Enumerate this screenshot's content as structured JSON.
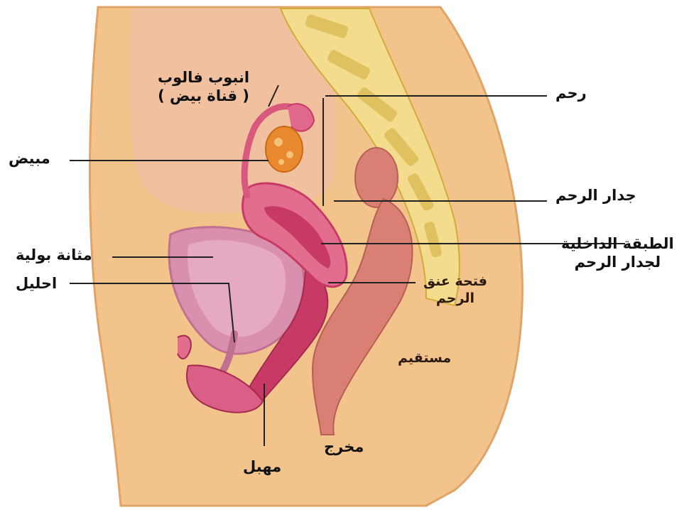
{
  "colors": {
    "skin": "#f2c48c",
    "skin_shadow": "#e0a468",
    "bone": "#f3dc8e",
    "bone_dark": "#d2ac3a",
    "muscle": "#e26d8c",
    "muscle_dark": "#c83a66",
    "rectum": "#d97f73",
    "bladder": "#d98fae",
    "ovary": "#e9892f",
    "leader_line": "#222222"
  },
  "labels": {
    "fallopian_tube_line1": "انبوب فالوب",
    "fallopian_tube_line2": "( قناة بيض )",
    "uterus": "رحم",
    "ovary": "مبيض",
    "uterine_wall": "جدار الرحم",
    "endometrium_line1": "الطبقة الداخلية",
    "endometrium_line2": "لجدار الرحم",
    "bladder": "مثانة بولية",
    "urethra": "احليل",
    "cervix_line1": "فتحة عنق",
    "cervix_line2": "الرحم",
    "rectum": "مستقيم",
    "anus": "مخرج",
    "vagina": "مهبل"
  }
}
